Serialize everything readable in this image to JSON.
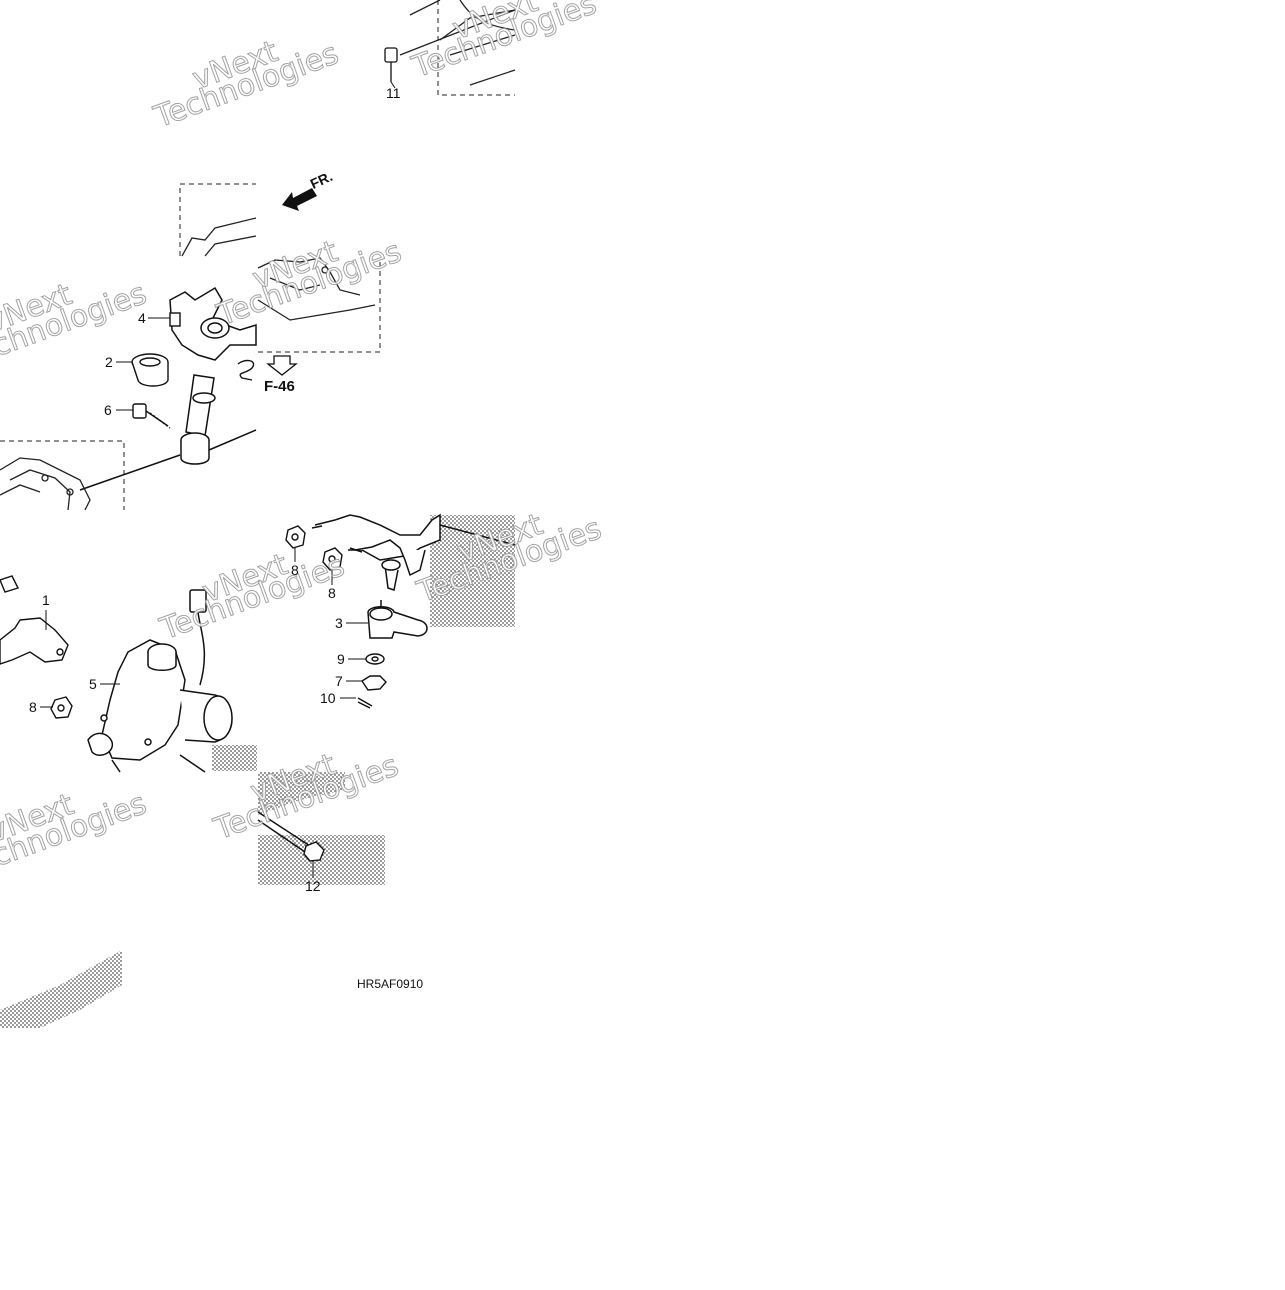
{
  "diagram": {
    "callouts": [
      {
        "id": "1",
        "label": "1"
      },
      {
        "id": "2",
        "label": "2"
      },
      {
        "id": "3",
        "label": "3"
      },
      {
        "id": "4",
        "label": "4"
      },
      {
        "id": "5",
        "label": "5"
      },
      {
        "id": "6",
        "label": "6"
      },
      {
        "id": "7",
        "label": "7"
      },
      {
        "id": "8a",
        "label": "8"
      },
      {
        "id": "8b",
        "label": "8"
      },
      {
        "id": "8c",
        "label": "8"
      },
      {
        "id": "9",
        "label": "9"
      },
      {
        "id": "10",
        "label": "10"
      },
      {
        "id": "11",
        "label": "11"
      },
      {
        "id": "12",
        "label": "12"
      }
    ],
    "front_arrow_label": "FR.",
    "reference_label": "F-46",
    "drawing_code": "HR5AF0910",
    "watermark": {
      "line1": "vNext",
      "line2": "Technologies"
    }
  }
}
